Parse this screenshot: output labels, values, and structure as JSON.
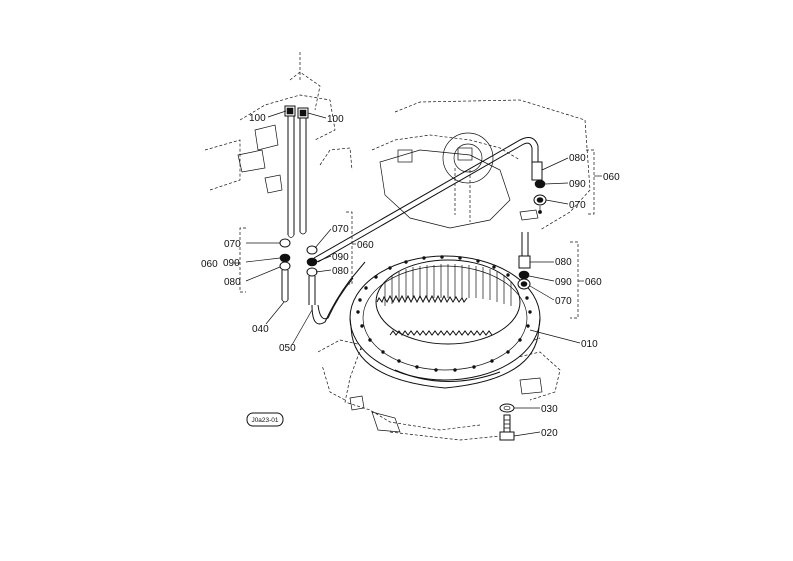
{
  "drawing_tag": "J0a23-01",
  "callouts": {
    "c010": "010",
    "c020": "020",
    "c030": "030",
    "c040": "040",
    "c050": "050",
    "c060_left": "060",
    "c060_mid": "060",
    "c060_upper_right": "060",
    "c060_lower_right": "060",
    "c070_left": "070",
    "c070_mid": "070",
    "c070_upper_right": "070",
    "c070_lower_right": "070",
    "c080_left": "080",
    "c080_mid": "080",
    "c080_upper_right": "080",
    "c080_lower_right": "080",
    "c090_left": "090",
    "c090_mid": "090",
    "c090_upper_right": "090",
    "c090_lower_right": "090",
    "c100_left": "100",
    "c100_right": "100"
  }
}
